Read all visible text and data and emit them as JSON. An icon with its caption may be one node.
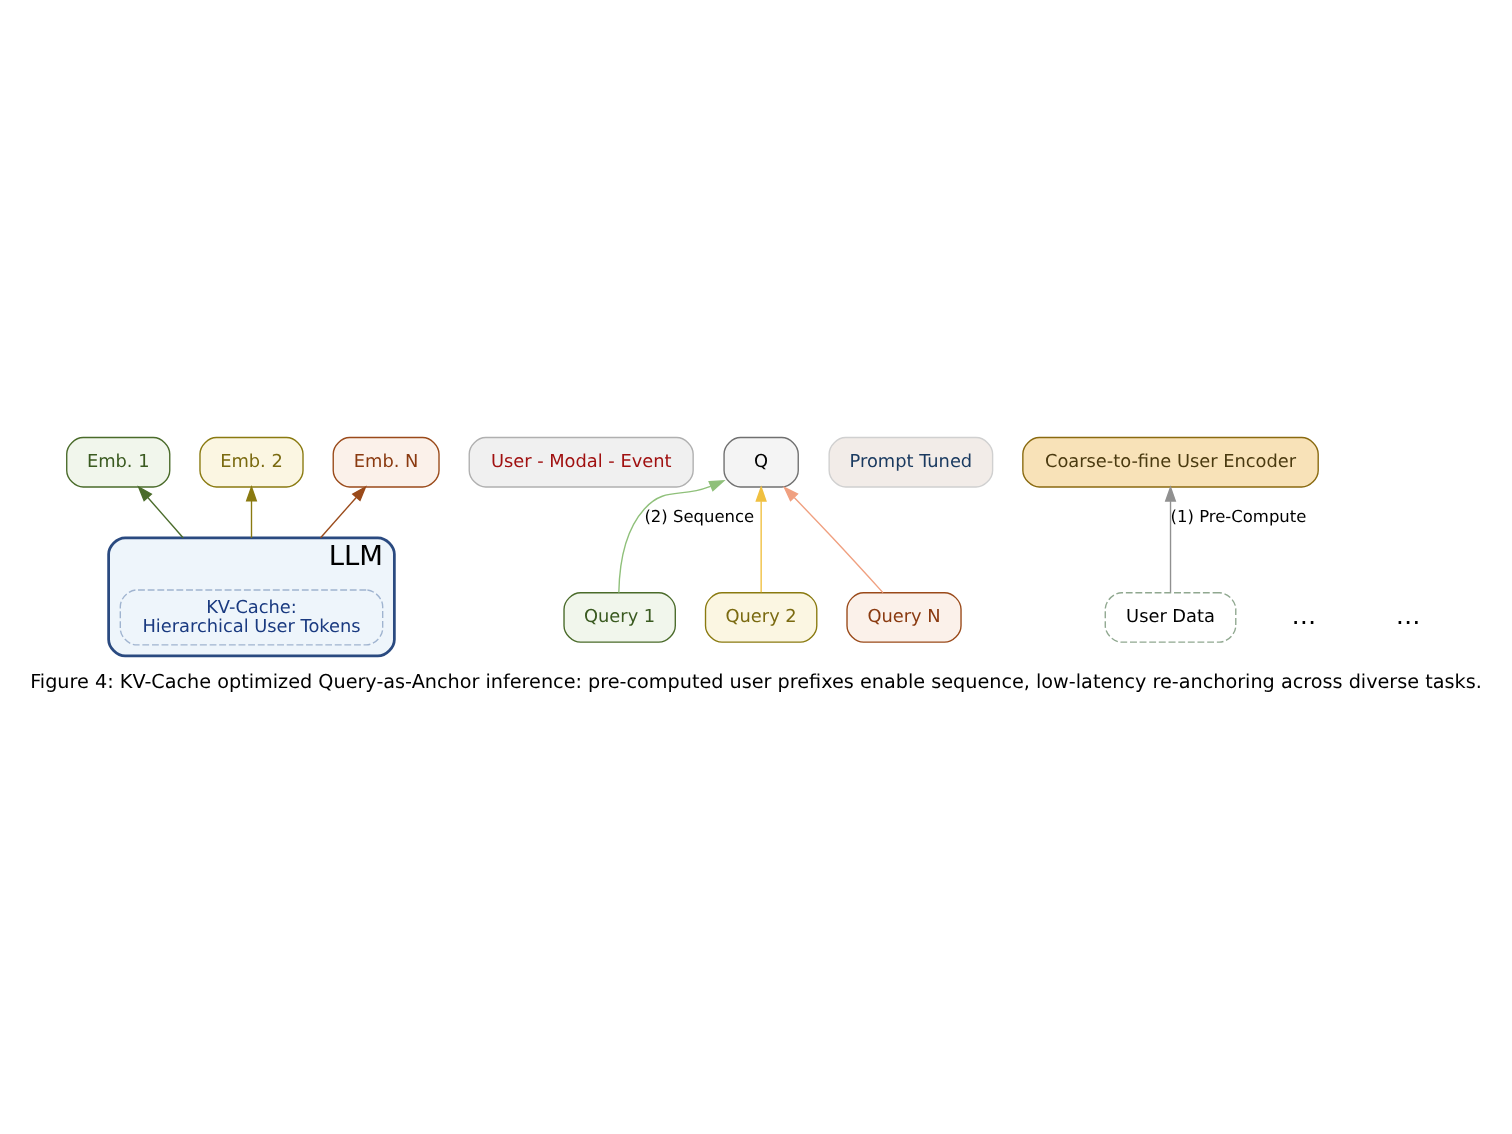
{
  "diagram": {
    "caption": "Figure 4: KV-Cache optimized Query-as-Anchor inference: pre-computed user prefixes enable sequence, low-latency re-anchoring across diverse tasks.",
    "nodes": [
      {
        "text": [
          "Emb. 1"
        ]
      },
      {
        "text": [
          "Emb. 2"
        ]
      },
      {
        "text": [
          "Emb. N"
        ]
      },
      {
        "text": [
          "LLM"
        ]
      },
      {
        "text": [
          "KV-Cache:",
          "Hierarchical User Tokens"
        ],
        "in": 3
      },
      {
        "text": [
          "User - Modal - Event"
        ]
      },
      {
        "text": [
          "Q"
        ]
      },
      {
        "text": [
          "Prompt Tuned"
        ]
      },
      {
        "text": [
          "Coarse-to-fine User Encoder"
        ]
      },
      {
        "text": [
          "User Data"
        ]
      },
      {
        "text": [
          "Query 1"
        ]
      },
      {
        "text": [
          "Query 2"
        ]
      },
      {
        "text": [
          "Query N"
        ]
      }
    ],
    "edges": [
      {
        "from": 3,
        "to": 0,
        "arrow": "to",
        "color": "#4a6b2a"
      },
      {
        "from": 3,
        "to": 1,
        "arrow": "to",
        "color": "#8a7a10"
      },
      {
        "from": 3,
        "to": 2,
        "arrow": "to",
        "color": "#9a4a1a"
      },
      {
        "from": 9,
        "to": 8,
        "arrow": "to",
        "label": "(1) Pre-Compute",
        "color": "#909090"
      },
      {
        "from": 10,
        "to": 6,
        "arrow": "to",
        "label": "(2) Sequence",
        "color": "#8fc07a"
      },
      {
        "from": 11,
        "to": 6,
        "arrow": "to",
        "color": "#f0c040"
      },
      {
        "from": 12,
        "to": 6,
        "arrow": "to",
        "color": "#f0a080"
      }
    ],
    "labels": [
      "…",
      "…"
    ]
  }
}
